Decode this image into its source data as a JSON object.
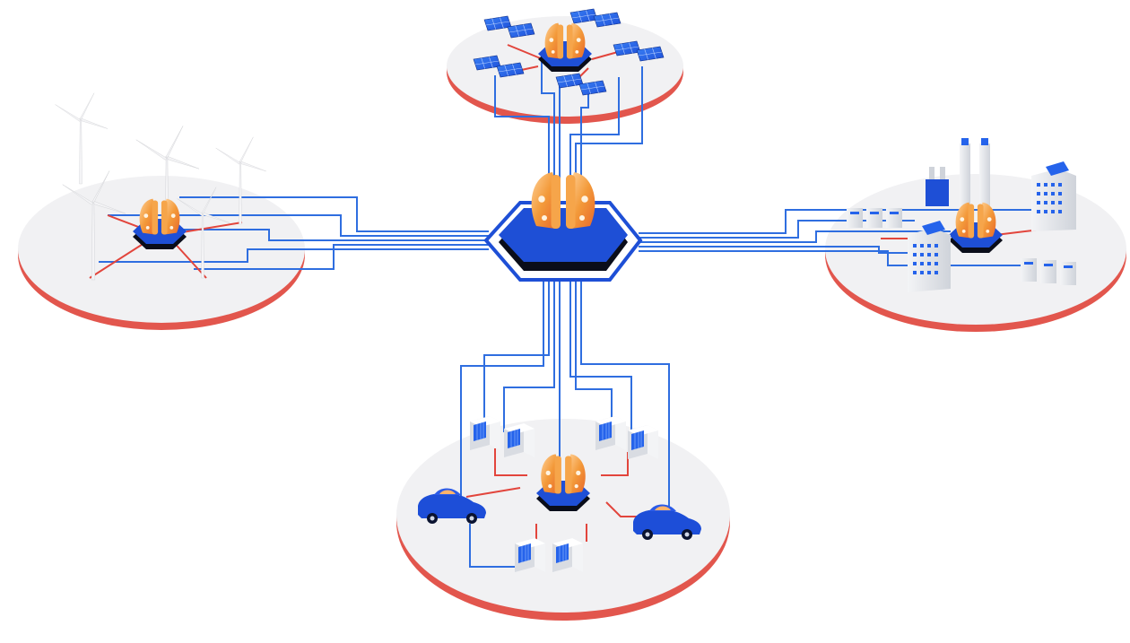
{
  "diagram": {
    "colors": {
      "background": "#ffffff",
      "platform_top": "#f1f1f3",
      "platform_rim": "#e2564d",
      "link_blue": "#2f6ee0",
      "link_red": "#e2453c",
      "hub_blue": "#1e4fd6",
      "hub_dark": "#0a0d1a",
      "controller_orange": "#f08a2a",
      "controller_light": "#ffc88a",
      "building_grey": "#e4e6ea",
      "panel_blue": "#2563eb",
      "car_blue": "#1d4ed8",
      "turbine_white": "#f4f4f6"
    },
    "nodes": [
      {
        "id": "central-hub",
        "icon": "hexagon-hub-controller"
      },
      {
        "id": "solar-microgrid",
        "icon": "solar-panel-array"
      },
      {
        "id": "wind-microgrid",
        "icon": "wind-turbine-farm"
      },
      {
        "id": "industrial-microgrid",
        "icon": "factory-and-buildings"
      },
      {
        "id": "ev-microgrid",
        "icon": "electric-vehicles-and-chargers"
      }
    ],
    "links": [
      {
        "from": "central-hub",
        "to": "solar-microgrid"
      },
      {
        "from": "central-hub",
        "to": "wind-microgrid"
      },
      {
        "from": "central-hub",
        "to": "industrial-microgrid"
      },
      {
        "from": "central-hub",
        "to": "ev-microgrid"
      }
    ]
  }
}
